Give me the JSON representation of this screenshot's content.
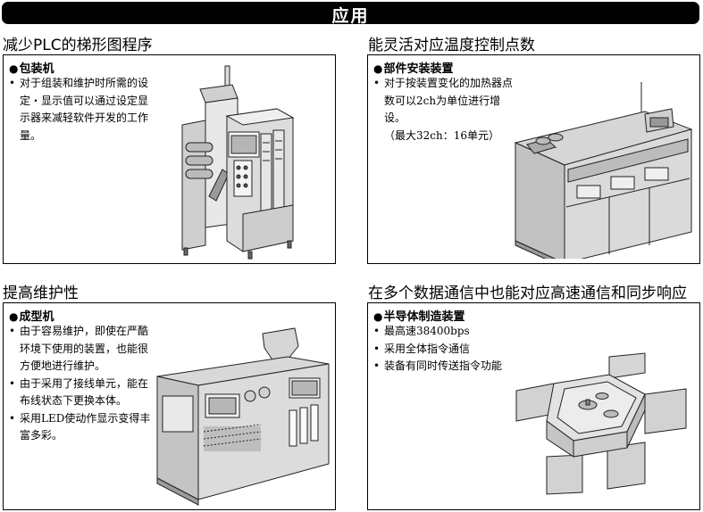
{
  "header": {
    "title": "应用"
  },
  "sections": [
    {
      "heading": "减少PLC的梯形图程序",
      "panel_title": "包装机",
      "bullets": [
        "对于组装和维护时所需的设定・显示值可以通过设定显示器来减轻软件开发的工作量。"
      ],
      "illustration": "packaging-machine-icon"
    },
    {
      "heading": "能灵活对应温度控制点数",
      "panel_title": "部件安装装置",
      "bullets": [
        "对于按装置变化的加热器点数可以2ch为单位进行增设。",
        "（最大32ch：16单元）"
      ],
      "illustration": "component-mounting-machine-icon"
    },
    {
      "heading": "提高维护性",
      "panel_title": "成型机",
      "bullets": [
        "由于容易维护，即使在严酷环境下使用的装置，也能很方便地进行维护。",
        "由于采用了接线单元，能在布线状态下更换本体。",
        "采用LED使动作显示变得丰富多彩。"
      ],
      "illustration": "molding-machine-icon"
    },
    {
      "heading": "在多个数据通信中也能对应高速通信和同步响应",
      "panel_title": "半导体制造装置",
      "bullets": [
        "最高速38400bps",
        "采用全体指令通信",
        "装备有同时传送指令功能"
      ],
      "illustration": "semiconductor-equipment-icon"
    }
  ]
}
